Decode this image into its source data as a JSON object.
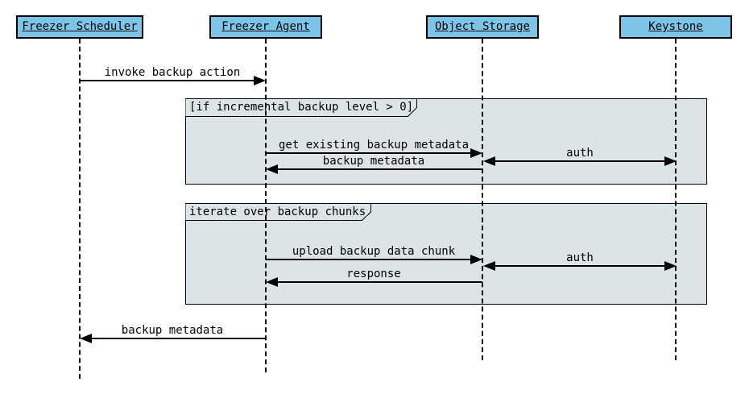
{
  "diagram": {
    "type": "uml-sequence",
    "colors": {
      "actor_fill": "#7cc5e8",
      "frame_fill": "#dde4e8",
      "border": "#000000",
      "line": "#000000",
      "background": "#ffffff"
    },
    "actors": [
      {
        "label": "Freezer Scheduler"
      },
      {
        "label": "Freezer Agent"
      },
      {
        "label": "Object Storage"
      },
      {
        "label": "Keystone"
      }
    ],
    "frames": [
      {
        "label": "[if incremental backup level > 0]"
      },
      {
        "label": "iterate over backup chunks"
      }
    ],
    "messages": [
      {
        "label": "invoke backup action",
        "from": "Freezer Scheduler",
        "to": "Freezer Agent",
        "direction": "right"
      },
      {
        "label": "get existing backup metadata",
        "from": "Freezer Agent",
        "to": "Object Storage",
        "direction": "right"
      },
      {
        "label": "backup metadata",
        "from": "Object Storage",
        "to": "Freezer Agent",
        "direction": "left"
      },
      {
        "label": "auth",
        "from": "Object Storage",
        "to": "Keystone",
        "direction": "both"
      },
      {
        "label": "upload backup data chunk",
        "from": "Freezer Agent",
        "to": "Object Storage",
        "direction": "right"
      },
      {
        "label": "response",
        "from": "Object Storage",
        "to": "Freezer Agent",
        "direction": "left"
      },
      {
        "label": "auth",
        "from": "Object Storage",
        "to": "Keystone",
        "direction": "both"
      },
      {
        "label": "backup metadata",
        "from": "Freezer Agent",
        "to": "Freezer Scheduler",
        "direction": "left"
      }
    ]
  }
}
